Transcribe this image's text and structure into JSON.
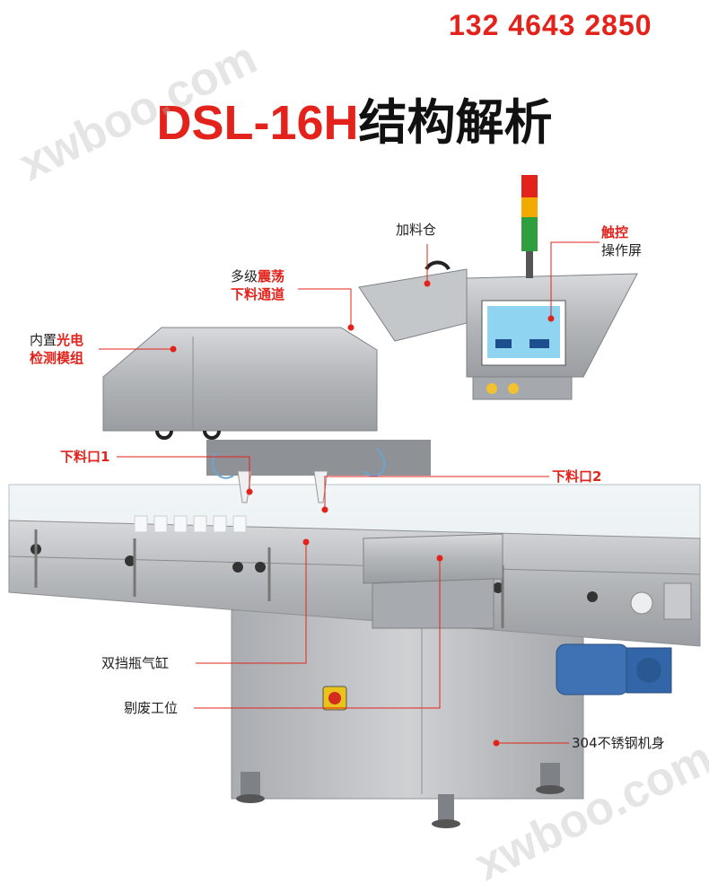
{
  "header": {
    "phone": "132 4643 2850",
    "title_model": "DSL-16H",
    "title_rest": "结构解析"
  },
  "watermark": "xwboo.com",
  "labels": {
    "hopper": "加料仓",
    "touch_hl": "触控",
    "touch_rest": "操作屏",
    "vib_pre": "多级",
    "vib_hl": "震荡",
    "vib_line2": "下料通道",
    "sensor_pre": "内置",
    "sensor_hl": "光电",
    "sensor_line2": "检测模组",
    "outlet1": "下料口1",
    "outlet2": "下料口2",
    "cylinder": "双挡瓶气缸",
    "reject": "剔废工位",
    "body": "304不锈钢机身"
  },
  "colors": {
    "accent_red": "#e3231b",
    "steel": "#b9bcbf"
  }
}
